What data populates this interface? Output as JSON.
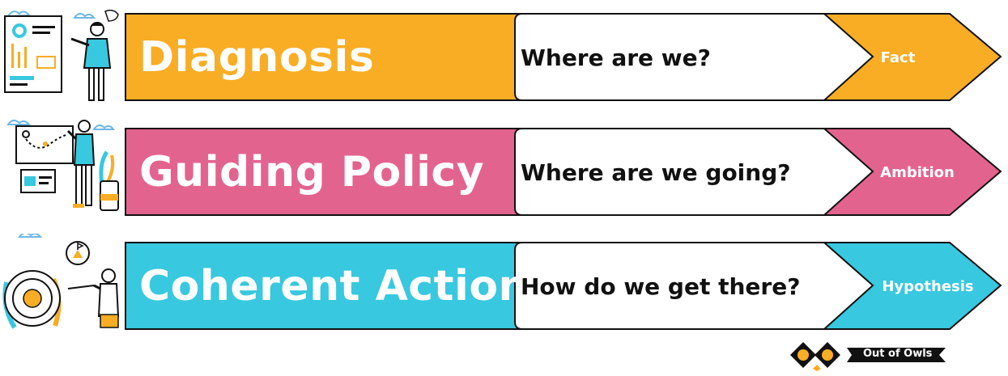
{
  "colors": {
    "diagnosis": "#f8ad24",
    "guiding_policy": "#e3638f",
    "coherent_action": "#38c8df",
    "outline": "#111111"
  },
  "rows": [
    {
      "title": "Diagnosis",
      "question": "Where are we?",
      "tag": "Fact",
      "illustration": "presenter-with-charts-icon"
    },
    {
      "title": "Guiding Policy",
      "question": "Where are we going?",
      "tag": "Ambition",
      "illustration": "person-planning-route-icon"
    },
    {
      "title": "Coherent Action",
      "question": "How do we get there?",
      "tag": "Hypothesis",
      "illustration": "person-aiming-at-target-icon"
    }
  ],
  "logo": {
    "text": "Out of Owls",
    "icon": "owl-eyes-icon"
  }
}
